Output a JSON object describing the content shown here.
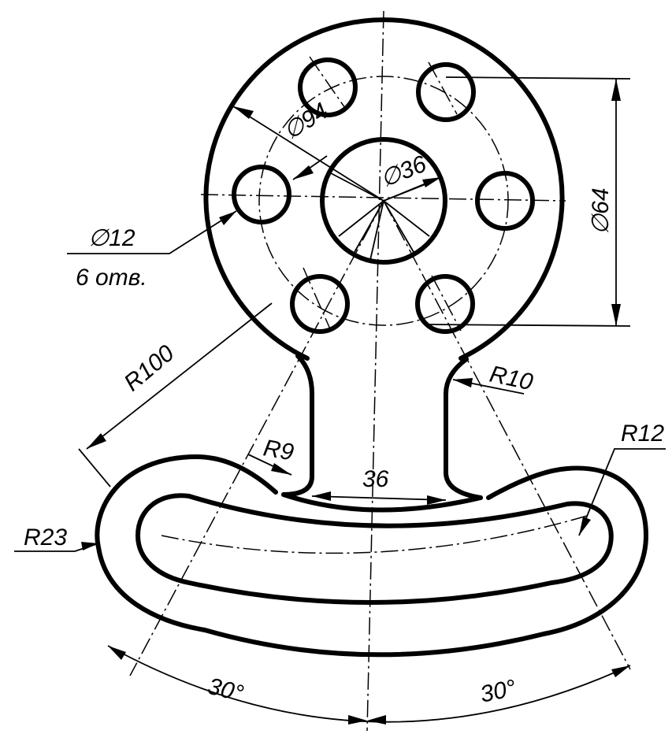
{
  "drawing": {
    "labels": {
      "outer_diameter": "∅94",
      "hub_diameter": "∅36",
      "bolt_circle_diameter": "∅64",
      "hole_diameter": "∅12",
      "hole_count": "6 отв.",
      "arc_radius": "R100",
      "fillet_r10": "R10",
      "fillet_r9": "R9",
      "end_radius": "R12",
      "outer_end_radius": "R23",
      "neck_width": "36",
      "angle_left": "30°",
      "angle_right": "30°"
    }
  }
}
